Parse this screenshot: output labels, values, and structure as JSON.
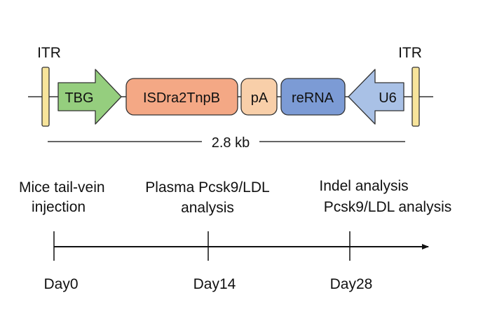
{
  "construct": {
    "itr_left": "ITR",
    "itr_right": "ITR",
    "elements": {
      "tbg": "TBG",
      "isdra": "ISDra2TnpB",
      "pa": "pA",
      "rerna": "reRNA",
      "u6": "U6"
    },
    "size_label": "2.8 kb"
  },
  "colors": {
    "itr": "#F7E49B",
    "tbg": "#95CE7E",
    "isdra": "#F4A885",
    "pa": "#F8CFA9",
    "rerna": "#7C9BD5",
    "u6": "#A9C1E6",
    "outline": "#333333"
  },
  "timeline": {
    "events": [
      {
        "line1": "Mice tail-vein",
        "line2": "injection",
        "day": "Day0"
      },
      {
        "line1": "Plasma Pcsk9/LDL",
        "line2": "analysis",
        "day": "Day14"
      },
      {
        "line1": "Indel analysis",
        "line2": "Pcsk9/LDL analysis",
        "day": "Day28"
      }
    ]
  }
}
